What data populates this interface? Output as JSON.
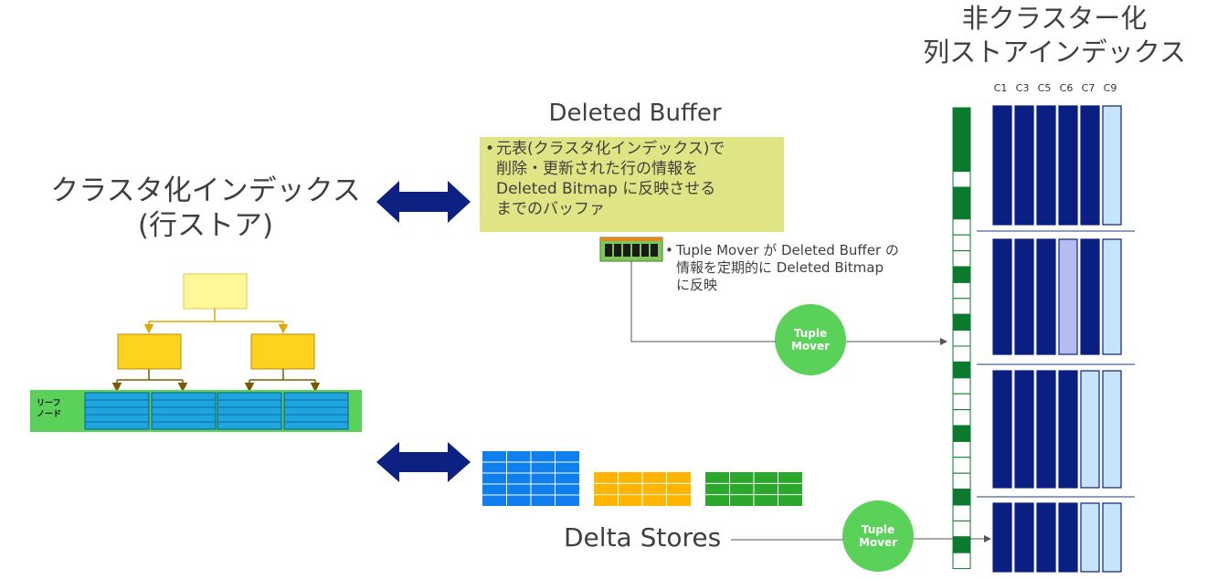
{
  "ncci": {
    "title": "非クラスター化\n列ストアインデックス",
    "columns": [
      "C1",
      "C3",
      "C5",
      "C6",
      "C7",
      "C9"
    ],
    "rowgroups": [
      [
        "dark",
        "dark",
        "dark",
        "dark",
        "dark",
        "light"
      ],
      [
        "dark",
        "dark",
        "dark",
        "mid",
        "dark",
        "light"
      ],
      [
        "dark",
        "dark",
        "dark",
        "dark",
        "light",
        "light"
      ],
      [
        "dark",
        "dark",
        "dark",
        "dark",
        "light",
        "light"
      ]
    ],
    "colors": {
      "dark": "#0a1f82",
      "mid": "#b4bdf0",
      "light": "#c6e4fb"
    }
  },
  "clustered_index": {
    "title": "クラスタ化インデックス\n(行ストア)",
    "leaf_label": "リーフ\nノード"
  },
  "deleted_buffer": {
    "title": "Deleted Buffer",
    "description": "元表(クラスタ化インデックス)で\n削除・更新された行の情報を\nDeleted Bitmap に反映させる\nまでのバッファ"
  },
  "tuple_mover_note": "Tuple Mover が Deleted Buffer の\n情報を定期的に Deleted Bitmap\nに反映",
  "tuple_mover_label": "Tuple\nMover",
  "delta_stores": {
    "label": "Delta Stores"
  },
  "colors": {
    "arrow": "#0d2182",
    "green": "#5ad25a",
    "yellow_box": "#e0e484",
    "bitmap_green": "#0b7a2e"
  }
}
